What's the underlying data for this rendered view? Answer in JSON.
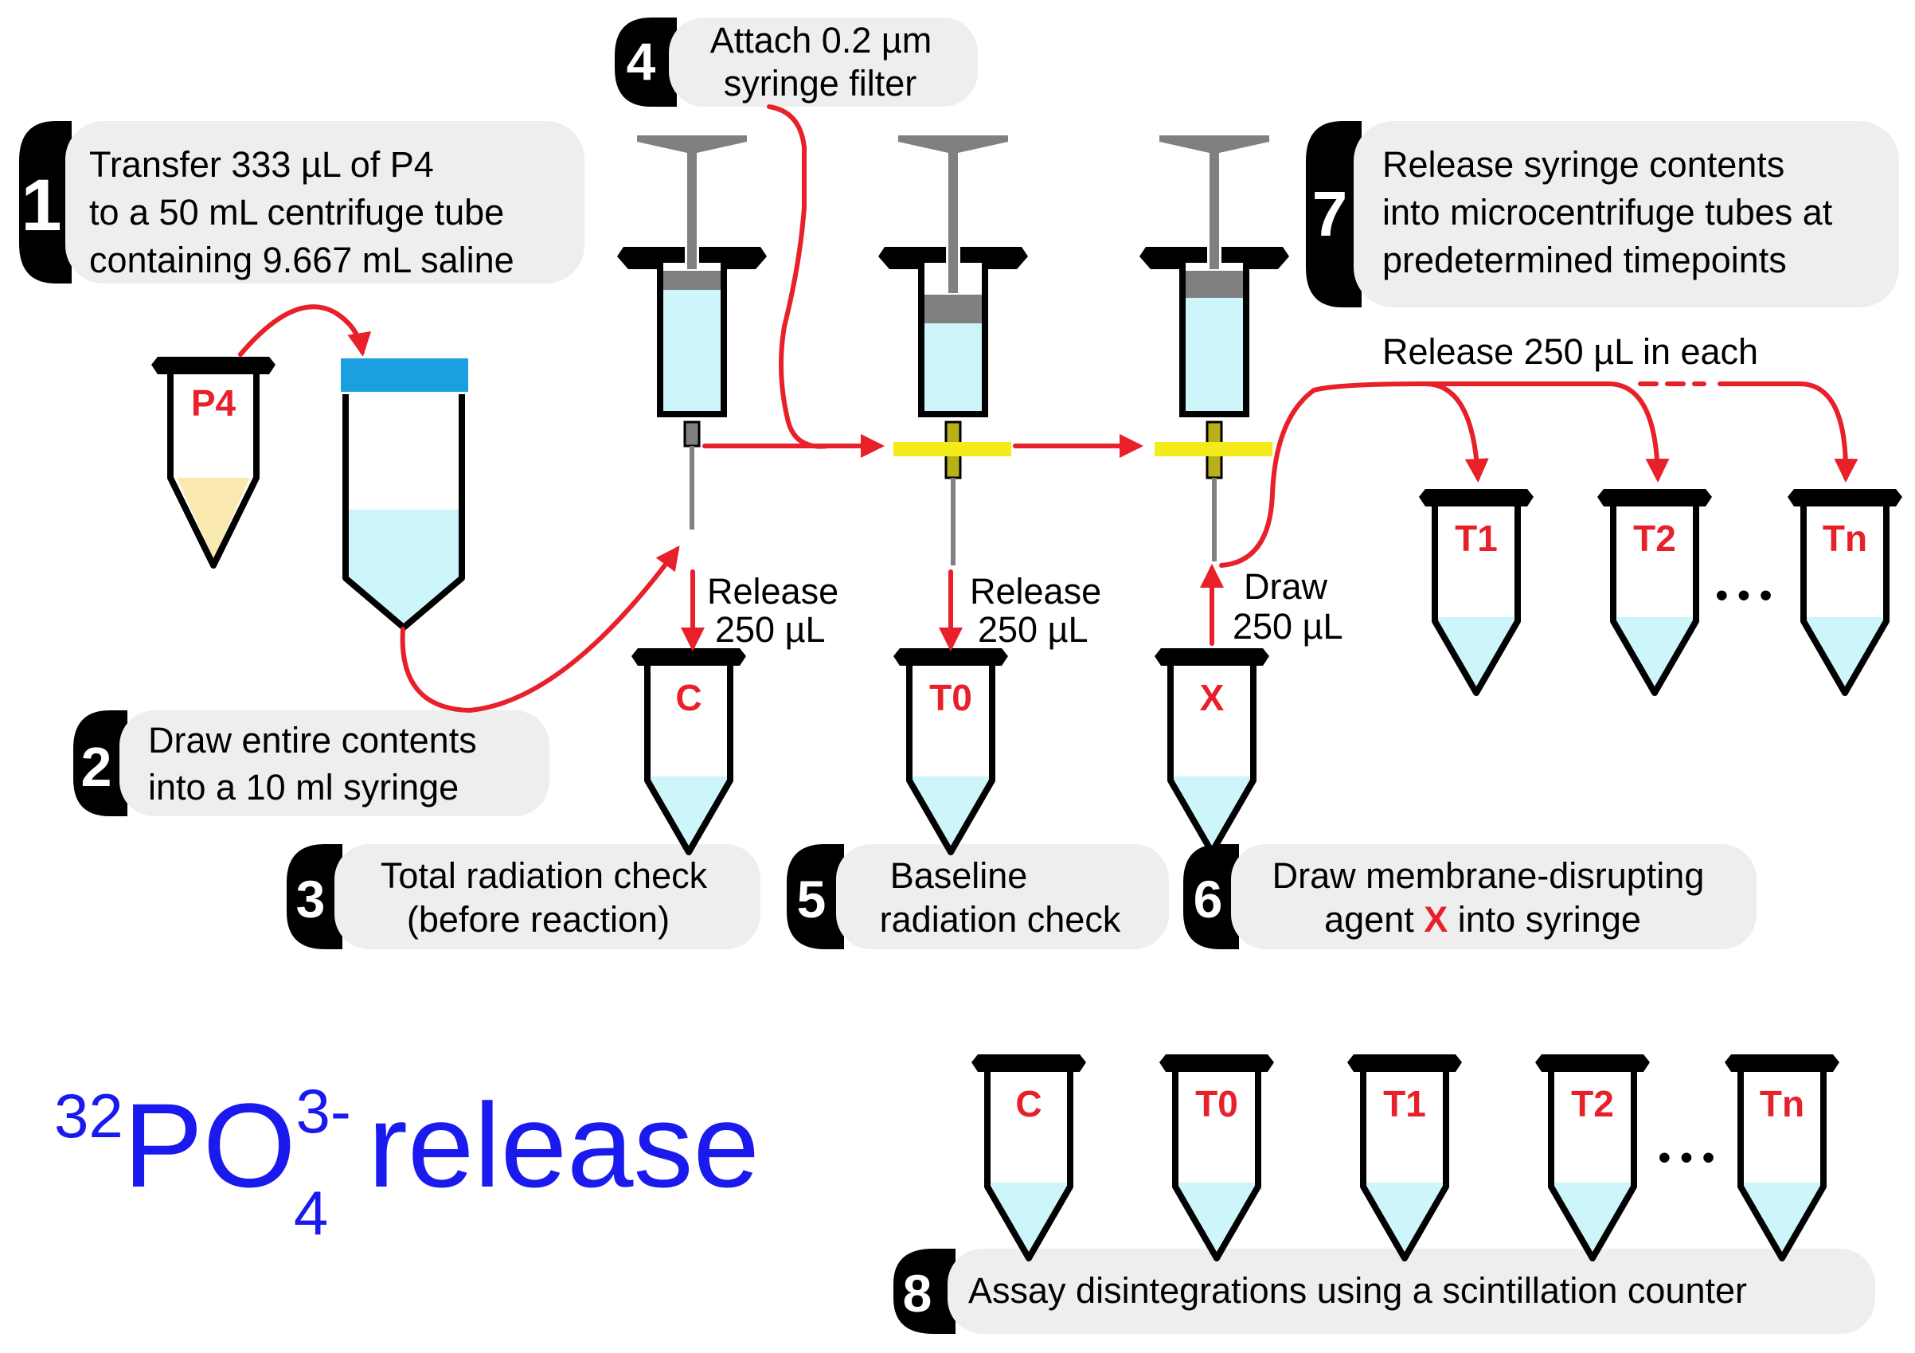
{
  "title": {
    "mass_number": "32",
    "element": "PO",
    "subscript": "4",
    "charge": "3-",
    "suffix": " release"
  },
  "steps": [
    {
      "number": "1",
      "lines": [
        "Transfer 333 µL of P4",
        "to a 50 mL centrifuge tube",
        "containing 9.667 mL saline"
      ]
    },
    {
      "number": "2",
      "lines": [
        "Draw entire contents",
        "into a 10 ml syringe"
      ]
    },
    {
      "number": "3",
      "lines": [
        "Total radiation check",
        "(before reaction)"
      ]
    },
    {
      "number": "4",
      "lines": [
        "Attach 0.2 µm",
        "syringe filter"
      ]
    },
    {
      "number": "5",
      "lines": [
        "Baseline",
        "radiation check"
      ]
    },
    {
      "number": "6",
      "lines": [
        "Draw membrane-disrupting",
        "agent ",
        "X",
        " into syringe"
      ]
    },
    {
      "number": "7",
      "lines": [
        "Release syringe contents",
        "into microcentrifuge tubes at",
        "predetermined timepoints"
      ]
    },
    {
      "number": "8",
      "lines": [
        "Assay disintegrations using a scintillation counter"
      ]
    }
  ],
  "actions": {
    "release_a": [
      "Release",
      "250 µL"
    ],
    "release_b": [
      "Release",
      "250 µL"
    ],
    "draw": [
      "Draw",
      "250 µL"
    ],
    "release_each": "Release 250 µL in each"
  },
  "tubes": {
    "p4": "P4",
    "c": "C",
    "t0": "T0",
    "x": "X",
    "t1": "T1",
    "t2": "T2",
    "tn": "Tn",
    "ellipsis": "• • •"
  },
  "bottom_tubes": [
    "C",
    "T0",
    "T1",
    "T2",
    "Tn"
  ],
  "colors": {
    "arrow": "#e8202a",
    "label_red": "#e8202a",
    "title_blue": "#1a1aee",
    "liquid_blue": "#ccf6fa",
    "liquid_yellow": "#fbeab0",
    "cap_blue": "#1aa0e0",
    "filter_yellow": "#f4ec1a",
    "plunger_gray": "#808080",
    "bubble_gray": "#eeeeee",
    "badge_black": "#000000"
  }
}
